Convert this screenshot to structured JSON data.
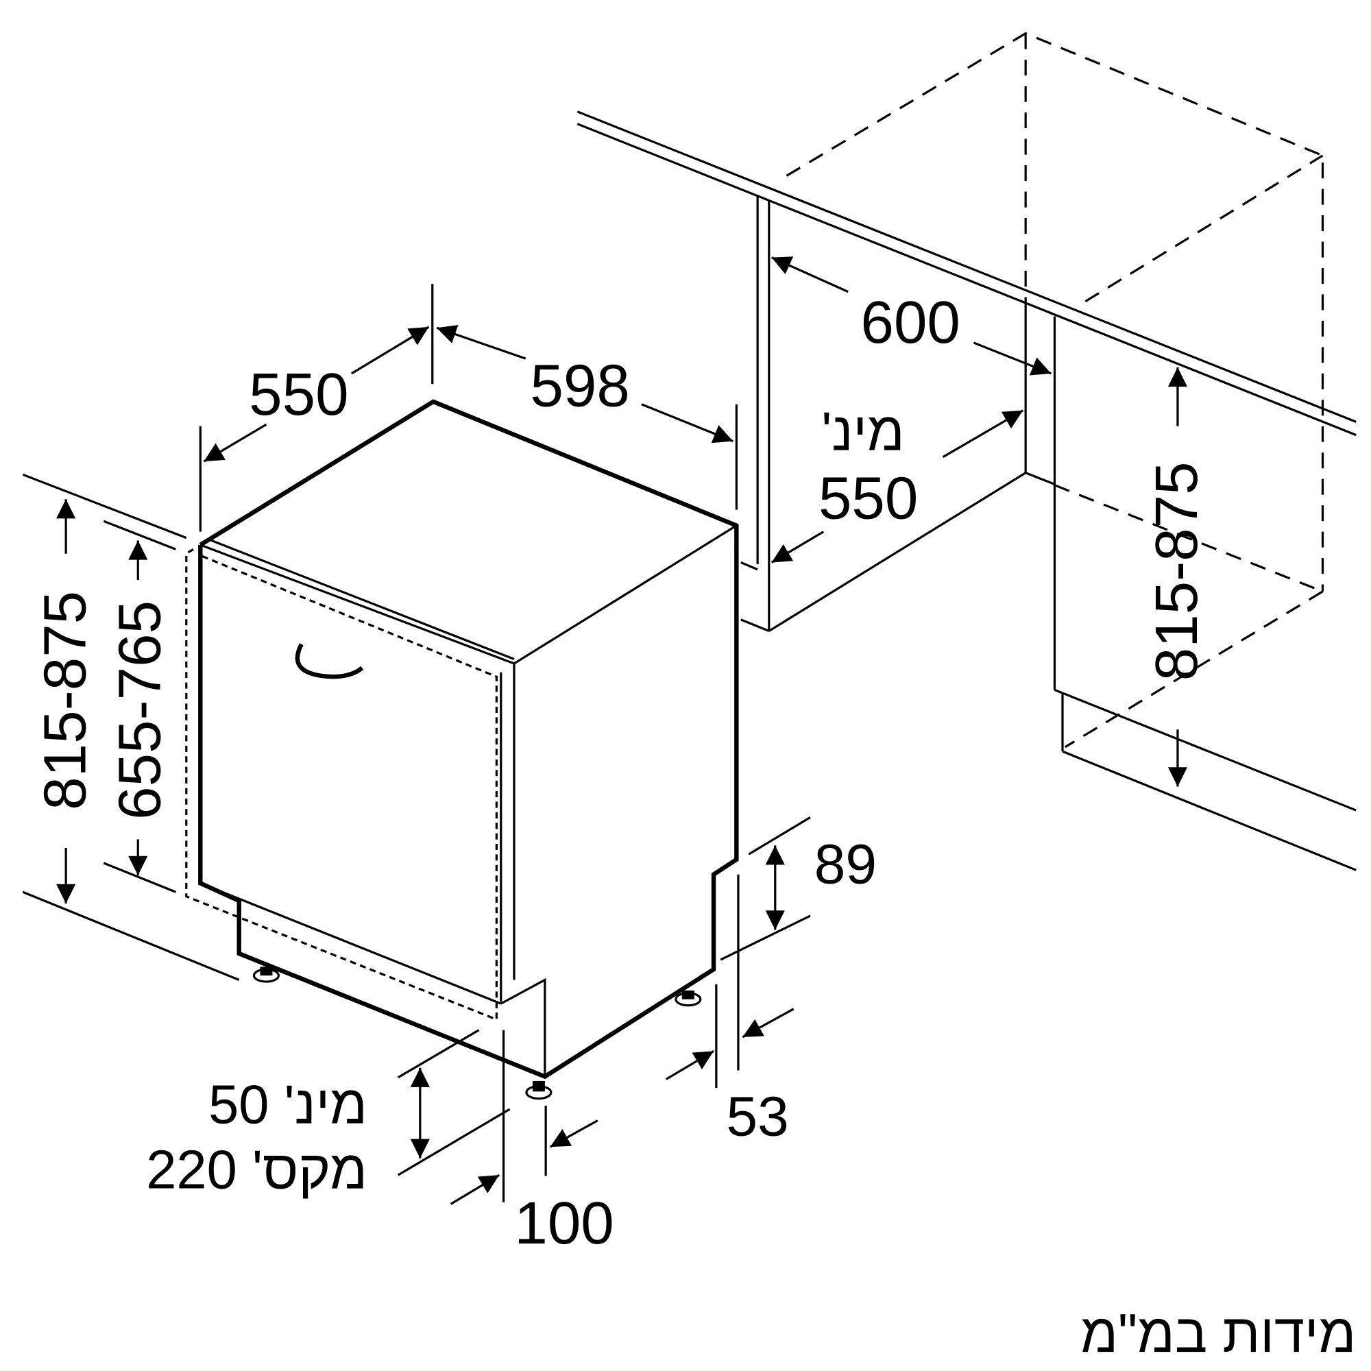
{
  "diagram": {
    "units_note": "מידות במ\"מ",
    "dims": {
      "depth_550": "550",
      "width_598": "598",
      "niche_width": "600",
      "niche_min_label": "מינ'",
      "niche_depth": "550",
      "height_left": "815-875",
      "door_height": "655-765",
      "height_right": "815-875",
      "plinth_89": "89",
      "offset_53": "53",
      "offset_100": "100",
      "plinth_min": "מינ' 50",
      "plinth_max": "מקס' 220"
    },
    "colors": {
      "line": "#000000",
      "background": "#ffffff"
    }
  }
}
